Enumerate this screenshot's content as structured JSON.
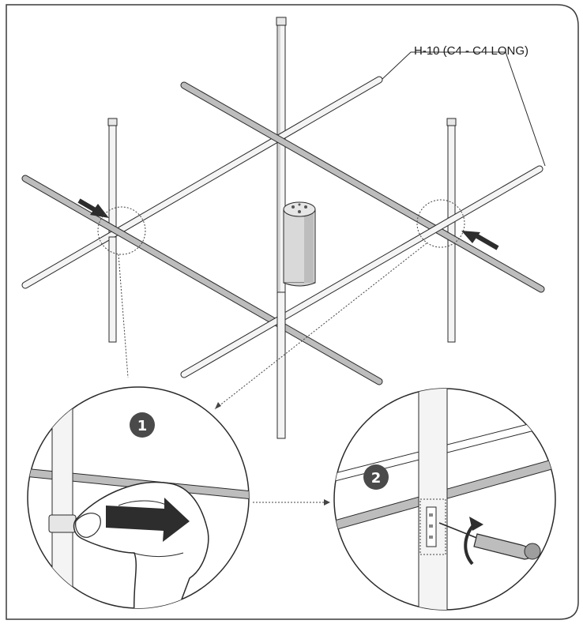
{
  "part_label": "H-10 (C4 - C4 LONG)",
  "steps": [
    {
      "number": "1"
    },
    {
      "number": "2"
    }
  ],
  "colors": {
    "tube_fill": "#f4f4f4",
    "tube_shade": "#bdbdbd",
    "outline": "#2a2a2a",
    "arrow": "#2d2d2d",
    "badge": "#4a4a4a",
    "hub": "#d9d9d9"
  }
}
